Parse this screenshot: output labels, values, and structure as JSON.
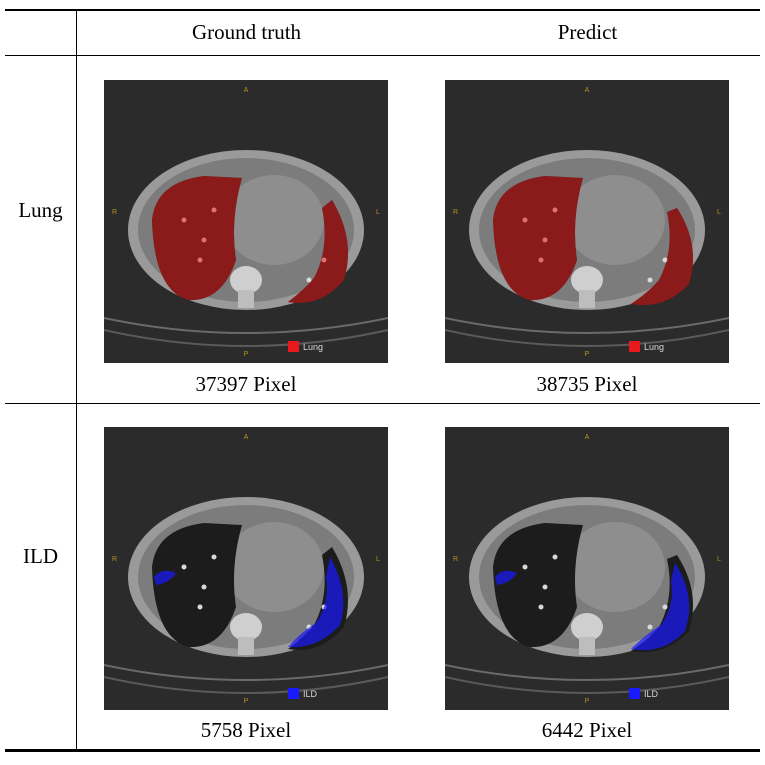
{
  "table": {
    "col_headers": [
      "Ground truth",
      "Predict"
    ],
    "row_labels": [
      "Lung",
      "ILD"
    ]
  },
  "panels": {
    "lung_gt": {
      "caption": "37397 Pixel",
      "legend": "Lung",
      "mark": "A",
      "mark_bottom": "P",
      "side_left": "R",
      "side_right": "L",
      "color": "#e8191c"
    },
    "lung_pr": {
      "caption": "38735 Pixel",
      "legend": "Lung",
      "mark": "A",
      "mark_bottom": "P",
      "side_left": "R",
      "side_right": "L",
      "color": "#e8191c"
    },
    "ild_gt": {
      "caption": "5758 Pixel",
      "legend": "ILD",
      "mark": "A",
      "mark_bottom": "P",
      "side_left": "R",
      "side_right": "L",
      "color": "#1a1aff"
    },
    "ild_pr": {
      "caption": "6442 Pixel",
      "legend": "ILD",
      "mark": "A",
      "mark_bottom": "P",
      "side_left": "R",
      "side_right": "L",
      "color": "#1a1aff"
    }
  }
}
